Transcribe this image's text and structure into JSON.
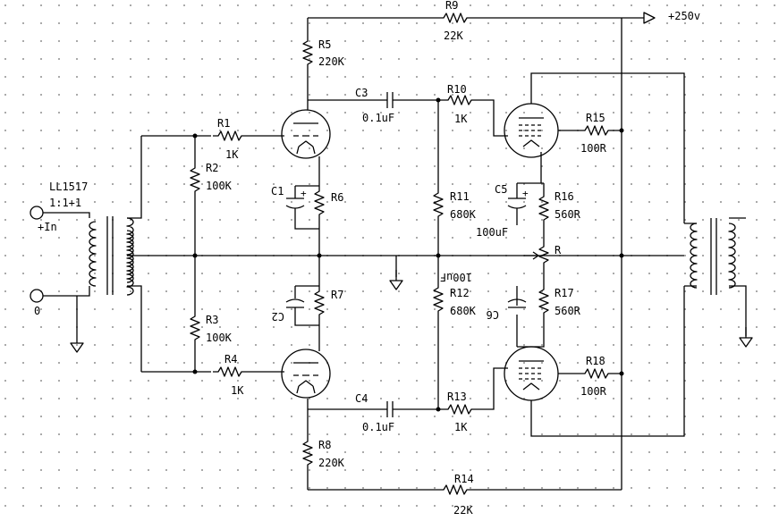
{
  "transformer_in": {
    "name": "LL1517",
    "ratio": "1:1+1"
  },
  "inputs": {
    "plus": "+In",
    "zero": "0"
  },
  "supply": "+250v",
  "components": {
    "R1": {
      "label": "R1",
      "value": "1K"
    },
    "R2": {
      "label": "R2",
      "value": "100K"
    },
    "R3": {
      "label": "R3",
      "value": "100K"
    },
    "R4": {
      "label": "R4",
      "value": "1K"
    },
    "R5": {
      "label": "R5",
      "value": "220K"
    },
    "R6": {
      "label": "R6"
    },
    "R7": {
      "label": "R7"
    },
    "R8": {
      "label": "R8",
      "value": "220K"
    },
    "R9": {
      "label": "R9",
      "value": "22K"
    },
    "R10": {
      "label": "R10",
      "value": "1K"
    },
    "R11": {
      "label": "R11",
      "value": "680K"
    },
    "R12": {
      "label": "R12",
      "value": "680K"
    },
    "R13": {
      "label": "R13",
      "value": "1K"
    },
    "R14": {
      "label": "R14",
      "value": "22K"
    },
    "R15": {
      "label": "R15",
      "value": "100R"
    },
    "R16": {
      "label": "R16",
      "value": "560R"
    },
    "R17": {
      "label": "R17",
      "value": "560R"
    },
    "R18": {
      "label": "R18",
      "value": "100R"
    },
    "C1": {
      "label": "C1"
    },
    "C2": {
      "label": "C2"
    },
    "C3": {
      "label": "C3",
      "value": "0.1uF"
    },
    "C4": {
      "label": "C4",
      "value": "0.1uF"
    },
    "C5": {
      "label": "C5",
      "value": "100uF"
    },
    "C6": {
      "label": "C6",
      "value": "100uF"
    },
    "POT": {
      "label": "R"
    }
  }
}
